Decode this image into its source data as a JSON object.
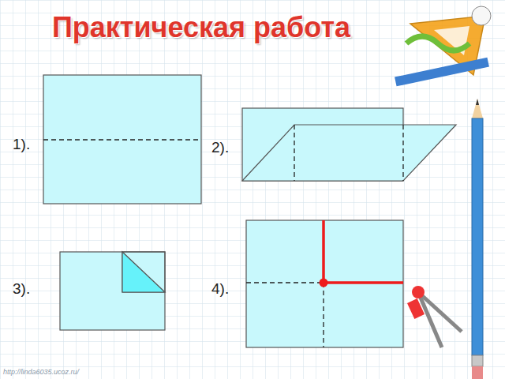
{
  "diagram": {
    "title": "Практическая работа",
    "labels": [
      "1).",
      "2).",
      "3).",
      "4).",
      "http://linda6035.ucoz.ru/"
    ]
  }
}
